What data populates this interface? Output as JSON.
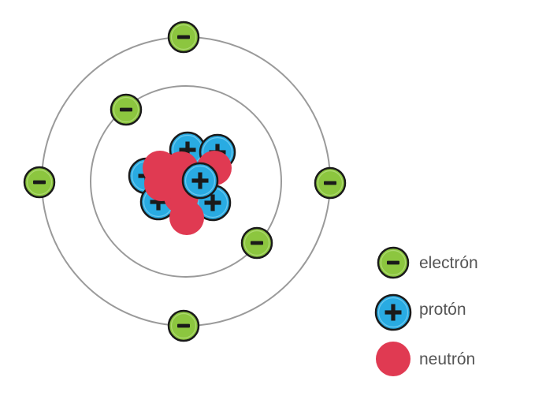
{
  "colors": {
    "electron": "#8cc63f",
    "electron_stroke": "#1a1a1a",
    "proton": "#29abe2",
    "proton_stroke": "#1a1a1a",
    "neutron": "#e03a52",
    "orbit": "#9a9a9a",
    "label": "#555555"
  },
  "symbols": {
    "electron": "minus-sign",
    "proton": "plus-sign"
  },
  "legend": {
    "electron_label": "electrón",
    "proton_label": "protón",
    "neutron_label": "neutrón"
  },
  "atom": {
    "orbits": 2,
    "electrons_inner_orbit": 2,
    "electrons_outer_orbit": 4,
    "electrons_total": 6,
    "protons_in_nucleus": 6,
    "neutrons_in_nucleus": 6
  }
}
